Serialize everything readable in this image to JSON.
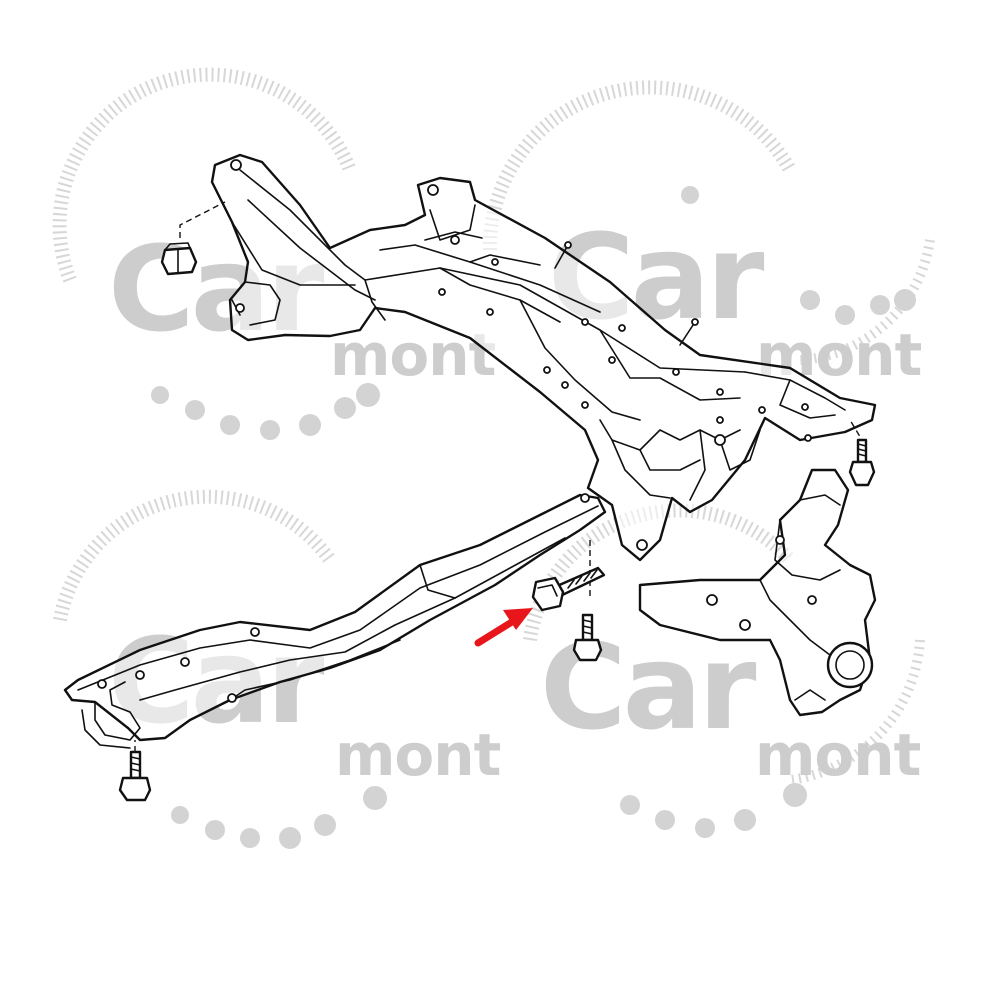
{
  "watermark": {
    "brand": "Car",
    "sub": "mont",
    "color": "#c8c8c8"
  },
  "diagram": {
    "subject": "front suspension crossmember (subframe) with mounting bolts",
    "highlight": {
      "target": "crossmember-to-lower-arm bolt",
      "arrow_color": "#e8161b"
    },
    "line_color": "#111111",
    "background": "#ffffff"
  }
}
